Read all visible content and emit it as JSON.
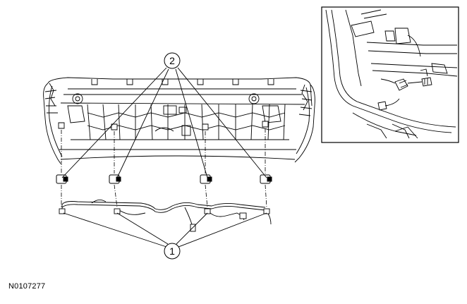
{
  "figure_id": "N0107277",
  "callouts": [
    {
      "label": "1",
      "part": "harness-connector"
    },
    {
      "label": "2",
      "part": "parking-aid-sensor"
    }
  ],
  "colors": {
    "ink": "#000000",
    "background": "#ffffff"
  },
  "icons": [
    "sensor-icon",
    "connector-icon",
    "bumper-cover",
    "wiring-harness",
    "detail-inset"
  ]
}
